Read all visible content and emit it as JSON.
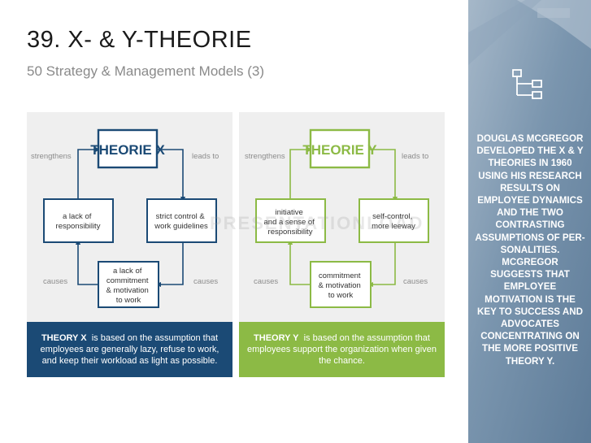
{
  "header": {
    "title": "39. X- & Y-THEORIE",
    "subtitle": "50 Strategy & Management Models (3)"
  },
  "side_panel": {
    "icon": "hierarchy-tree-icon",
    "text": "Douglas McGregor developed the X & Y theories in 1960 using his research results on employee dynamics and the two contrasting assumptions of per-sonalities. McGregor suggests that employee motivation is the key to success and advocates concentrating on the more positive theory Y."
  },
  "watermark": "PRESENTATIONLOAD",
  "theory_x": {
    "color": "#1b4a75",
    "title": "THEORIE X",
    "label_strengthens": "strengthens",
    "label_leads_to": "leads to",
    "label_causes_left": "causes",
    "label_causes_right": "causes",
    "box_left": [
      "a lack of",
      "responsibility"
    ],
    "box_right": [
      "strict control &",
      "work guidelines"
    ],
    "box_bottom": [
      "a lack of",
      "commitment",
      "& motivation",
      "to work"
    ],
    "caption_bold": "THEORY X",
    "caption_text": "is based on the assumption that employees are generally lazy, refuse to work, and keep their workload as light as possible."
  },
  "theory_y": {
    "color": "#8cba45",
    "title": "THEORIE Y",
    "label_strengthens": "strengthens",
    "label_leads_to": "leads to",
    "label_causes_left": "causes",
    "label_causes_right": "causes",
    "box_left": [
      "initiative",
      "and a sense of",
      "responsibility"
    ],
    "box_right": [
      "self-control,",
      "more leeway"
    ],
    "box_bottom": [
      "commitment",
      "& motivation",
      "to work"
    ],
    "caption_bold": "THEORY Y",
    "caption_text": "is based on the assumption that employees support the organization when given the chance."
  }
}
